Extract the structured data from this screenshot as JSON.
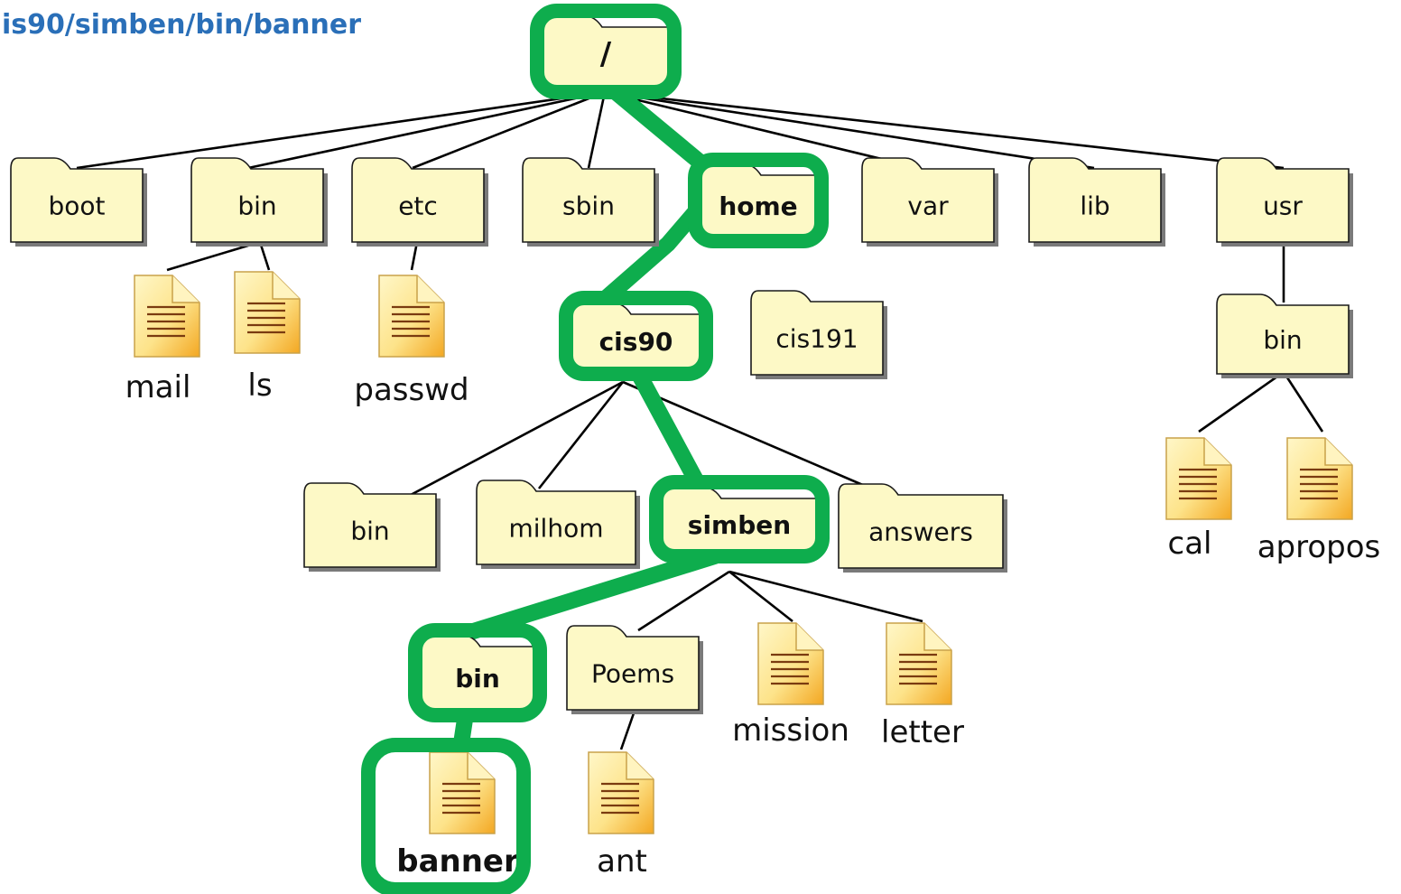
{
  "title": "is90/simben/bin/banner",
  "colors": {
    "highlight": "#0ead4d",
    "folder_fill": "#fdf9c6",
    "title": "#2a6fb8"
  },
  "root": {
    "label": "/"
  },
  "top_dirs": {
    "boot": "boot",
    "bin": "bin",
    "etc": "etc",
    "sbin": "sbin",
    "home": "home",
    "var": "var",
    "lib": "lib",
    "usr": "usr"
  },
  "home_dirs": {
    "cis90": "cis90",
    "cis191": "cis191"
  },
  "cis90_dirs": {
    "bin": "bin",
    "milhom": "milhom",
    "simben": "simben",
    "answers": "answers"
  },
  "simben_dirs": {
    "bin": "bin",
    "poems": "Poems"
  },
  "files": {
    "mail": "mail",
    "ls": "ls",
    "passwd": "passwd",
    "cal": "cal",
    "apropos": "apropos",
    "usr_bin": "bin",
    "mission": "mission",
    "letter": "letter",
    "banner": "banner",
    "ant": "ant"
  },
  "icons": {
    "folder": "folder-icon",
    "file": "text-file-icon"
  }
}
